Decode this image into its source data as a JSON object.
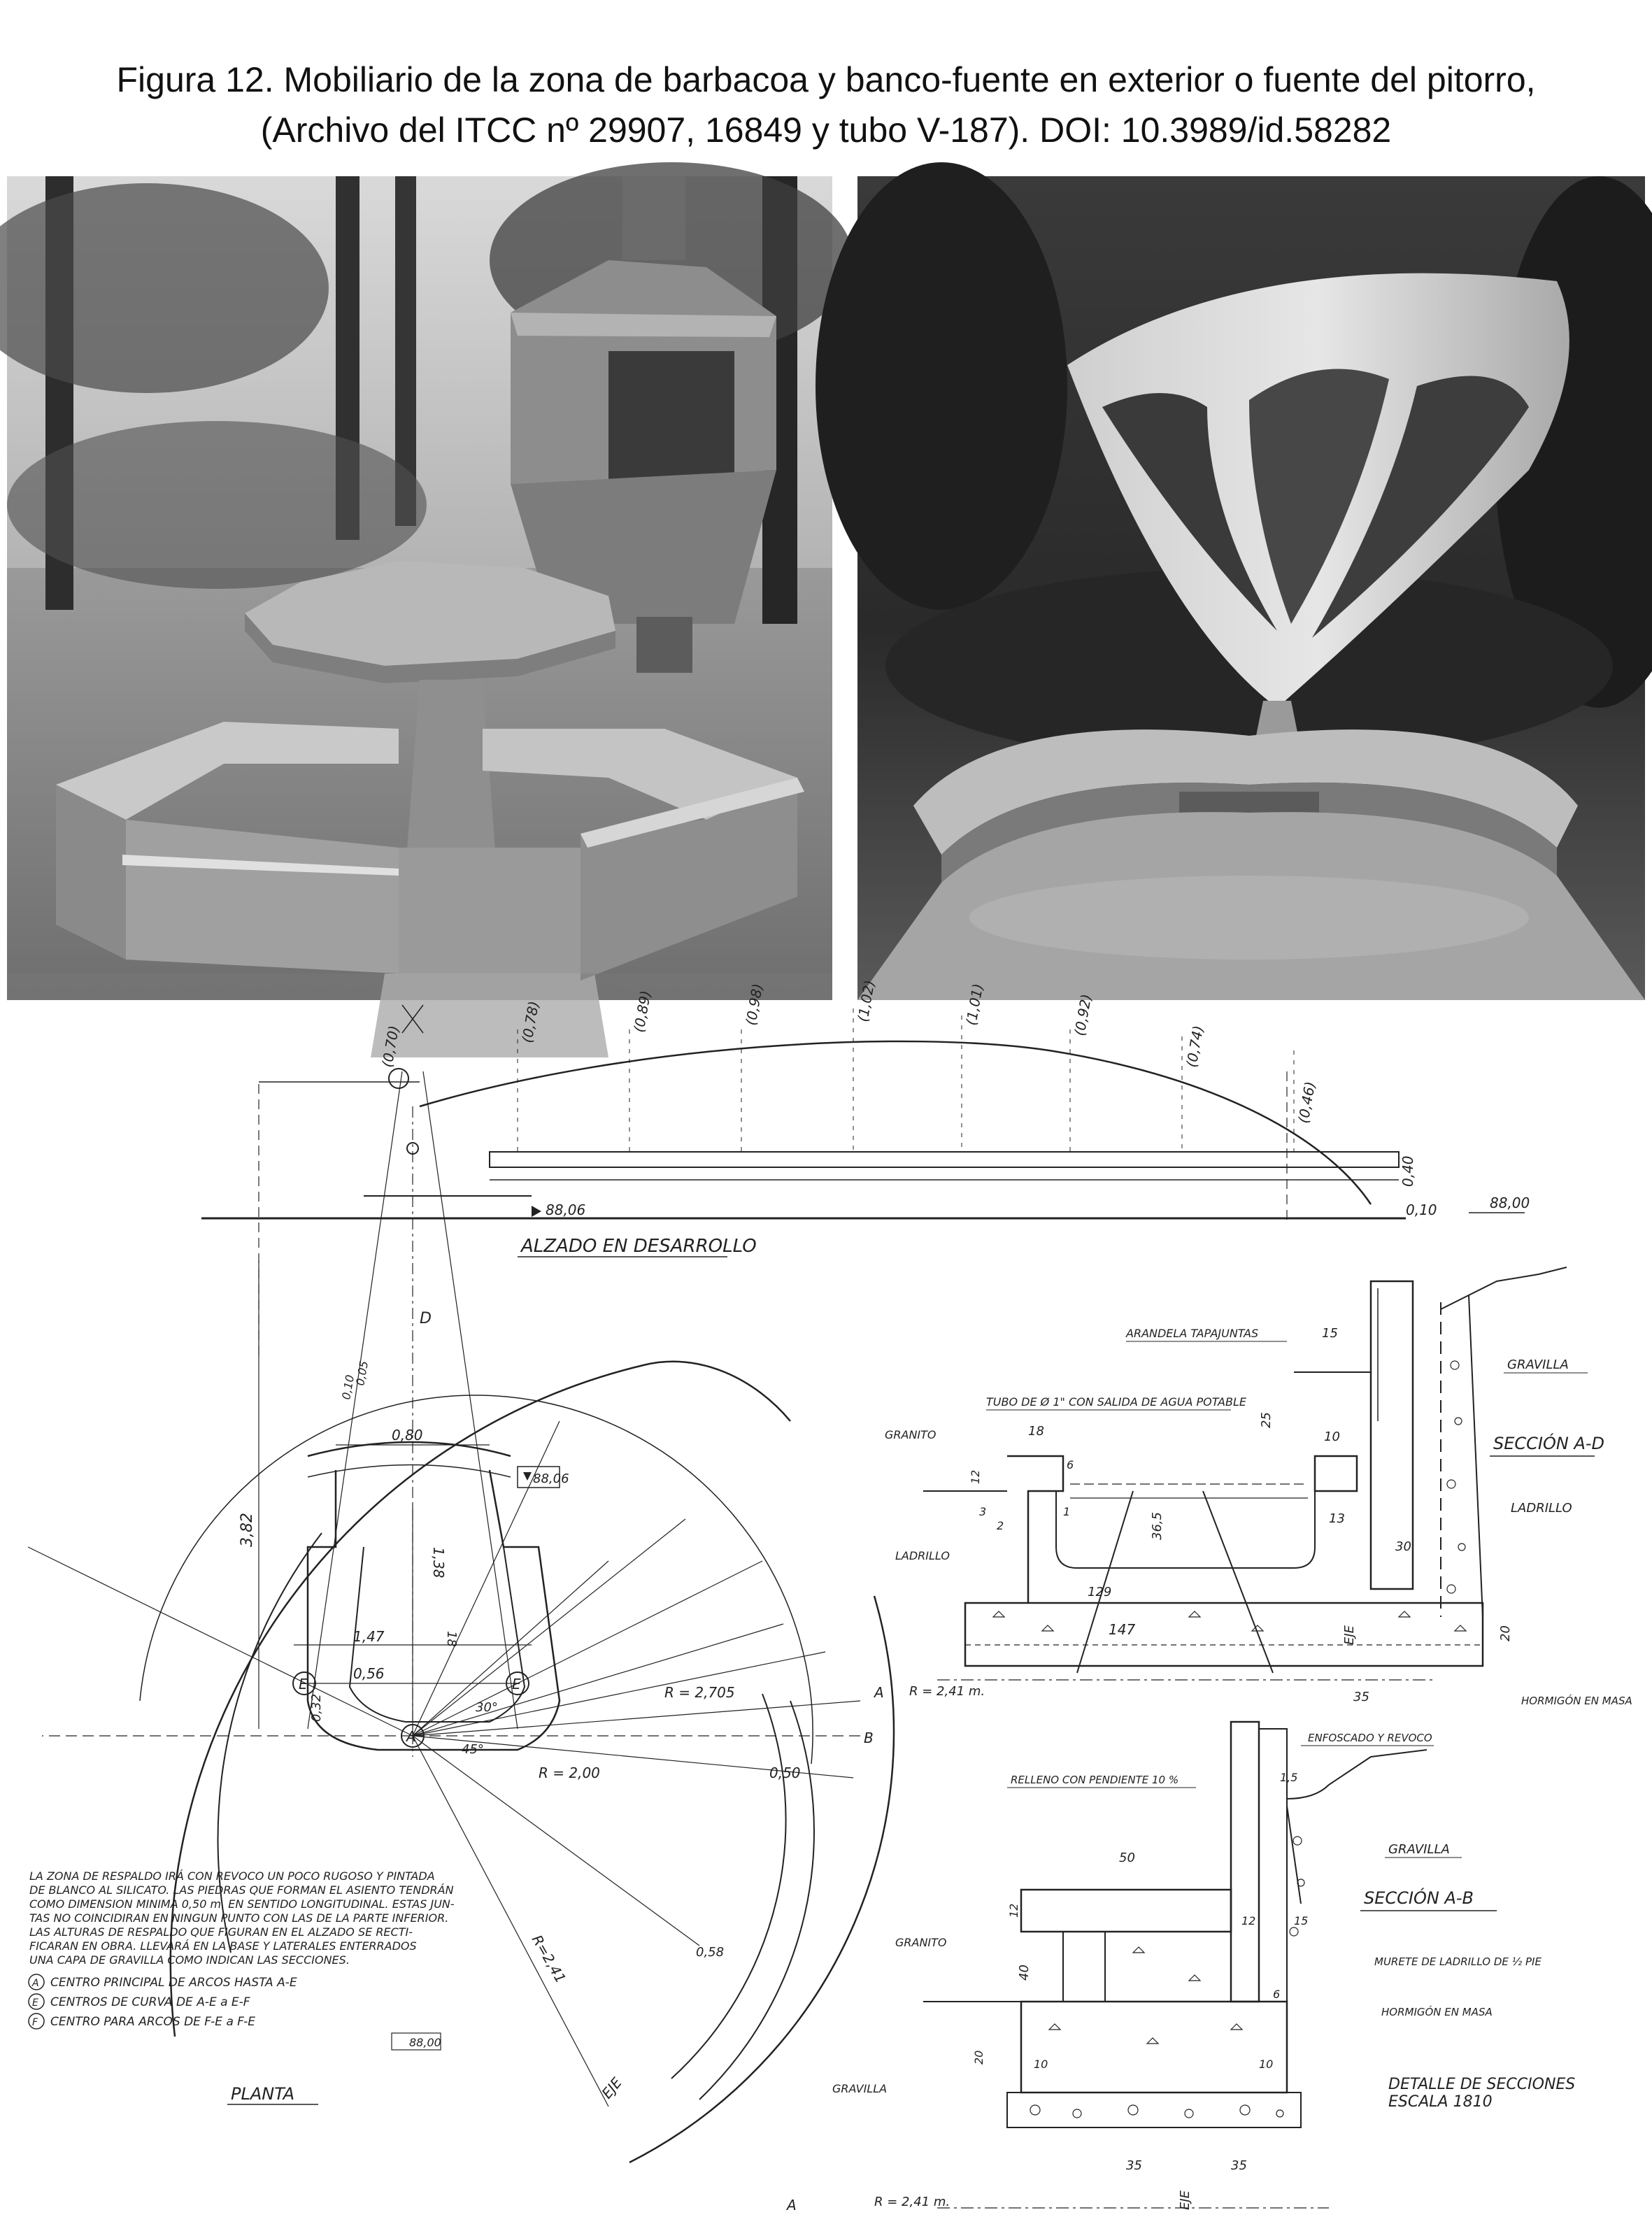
{
  "caption": {
    "line1": "Figura 12. Mobiliario de la zona de barbacoa y banco-fuente en exterior o fuente del pitorro,",
    "line2": "(Archivo del ITCC nº 29907, 16849 y tubo V-187). DOI: 10.3989/id.58282"
  },
  "drawing": {
    "elevation": {
      "title": "ALZADO EN DESARROLLO",
      "heights": [
        "(0,70)",
        "(0,78)",
        "(0,89)",
        "(0,98)",
        "(1,02)",
        "(1,01)",
        "(0,92)",
        "(0,74)",
        "(0,46)"
      ],
      "level_left": "88,06",
      "level_right": "88,00",
      "dim_040": "0,40",
      "dim_010": "0,10"
    },
    "plan": {
      "title": "PLANTA",
      "label_d": "D",
      "label_e": "E",
      "label_a": "A",
      "label_b": "B",
      "dim_080": "0,80",
      "dim_138": "1,38",
      "dim_382": "3,82",
      "dim_147": "1,47",
      "dim_056": "0,56",
      "dim_032": "0,32",
      "dim_18": "18",
      "dim_0110": "0,10",
      "dim_0105": "0,05",
      "level_top": "88,06",
      "level_bottom": "88,00",
      "radius_2705": "R = 2,705",
      "radius_200": "R = 2,00",
      "radius_241": "R=2,41",
      "dim_050": "0,50",
      "dim_058": "0,58",
      "angle_30": "30°",
      "angle_45": "45°",
      "eje": "EJE",
      "notes": [
        "LA ZONA DE RESPALDO IRÁ CON REVOCO UN POCO RUGOSO Y PINTADA",
        "DE BLANCO AL SILICATO. LAS PIEDRAS QUE FORMAN EL ASIENTO TENDRÁN",
        "COMO DIMENSION MINIMA 0,50 m. EN SENTIDO LONGITUDINAL. ESTAS JUN-",
        "TAS NO COINCIDIRAN EN NINGUN PUNTO CON LAS DE LA PARTE INFERIOR.",
        "LAS ALTURAS DE RESPALDO QUE FIGURAN EN EL ALZADO SE RECTI-",
        "FICARAN EN OBRA. LLEVARÁ EN LA BASE Y LATERALES ENTERRADOS",
        "UNA CAPA DE GRAVILLA COMO INDICAN LAS SECCIONES."
      ],
      "legend": [
        {
          "key": "A",
          "text": "CENTRO PRINCIPAL DE ARCOS HASTA A-E"
        },
        {
          "key": "E",
          "text": "CENTROS DE CURVA DE A-E a E-F"
        },
        {
          "key": "F",
          "text": "CENTRO PARA ARCOS DE F-E a F-E"
        }
      ]
    },
    "section_ad": {
      "title": "SECCIÓN A-D",
      "arandela": "ARANDELA TAPAJUNTAS",
      "tubo": "TUBO DE Ø 1\" CON SALIDA DE AGUA POTABLE",
      "granito": "GRANITO",
      "ladrillo_left": "LADRILLO",
      "gravilla": "GRAVILLA",
      "ladrillo_right": "LADRILLO",
      "hormigon": "HORMIGÓN EN MASA",
      "radius": "R = 2,41 m.",
      "label_a": "A",
      "eje": "EJE",
      "dims": {
        "d15": "15",
        "d25": "25",
        "d18": "18",
        "d10": "10",
        "d6": "6",
        "d12": "12",
        "d3": "3",
        "d2": "2",
        "d1": "1",
        "d13": "13",
        "d365": "36,5",
        "d30": "30",
        "d129": "129",
        "d147": "147",
        "d20": "20",
        "d35": "35"
      }
    },
    "section_ab": {
      "title": "SECCIÓN A-B",
      "enfoscado": "ENFOSCADO Y REVOCO",
      "relleno": "RELLENO CON PENDIENTE 10 %",
      "gravilla": "GRAVILLA",
      "granito": "GRANITO",
      "murete": "MURETE DE LADRILLO DE ½ PIE",
      "hormigon": "HORMIGÓN EN MASA",
      "gravilla_bottom": "GRAVILLA",
      "radius": "R = 2,41 m.",
      "label_a": "A",
      "eje": "EJE",
      "detail_line1": "DETALLE DE SECCIONES",
      "detail_line2": "ESCALA 1810",
      "dims": {
        "d15": "1,5",
        "d50": "50",
        "d12": "12",
        "d15b": "15",
        "d40": "40",
        "d20": "20",
        "d10": "10",
        "d6": "6",
        "d35": "35"
      }
    }
  }
}
